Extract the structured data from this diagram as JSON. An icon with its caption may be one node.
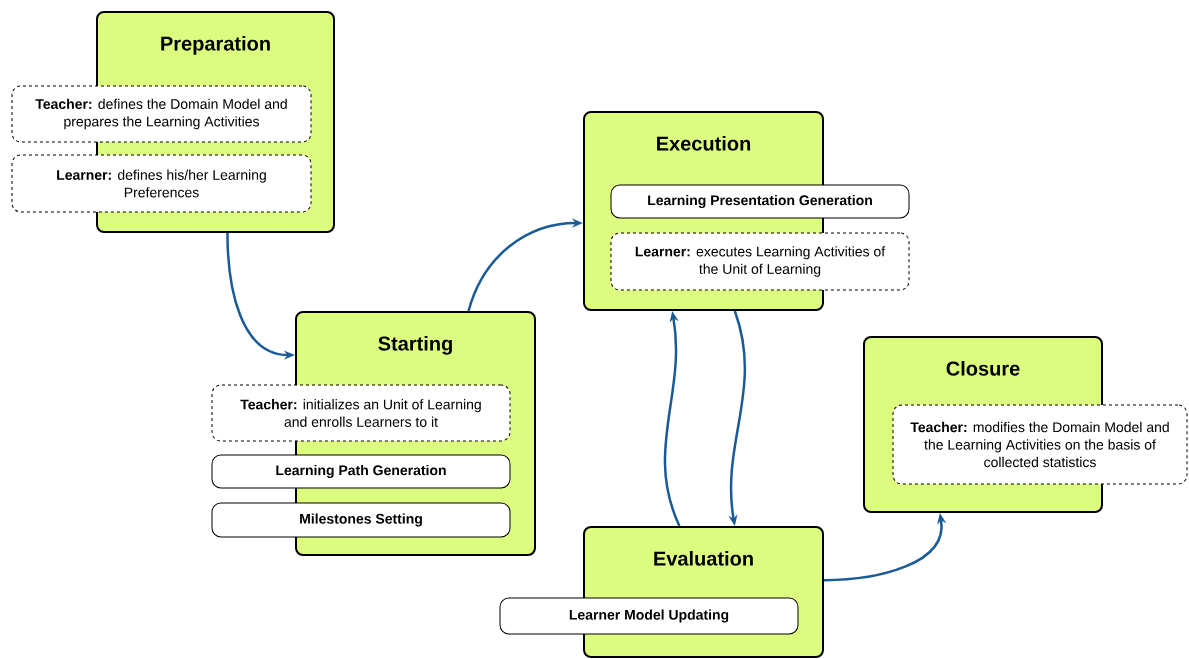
{
  "diagram": {
    "nodes": [
      {
        "text": [
          "Preparation"
        ]
      },
      {
        "text": [
          "**Teacher:** defines the Domain Model and prepares the Learning Activities"
        ]
      },
      {
        "text": [
          "**Learner:** defines his/her Learning Preferences"
        ]
      },
      {
        "text": [
          "Starting"
        ]
      },
      {
        "text": [
          "**Teacher:** initializes an Unit of Learning and enrolls Learners to it"
        ]
      },
      {
        "text": [
          "Learning Path Generation"
        ]
      },
      {
        "text": [
          "Milestones Setting"
        ]
      },
      {
        "text": [
          "Execution"
        ]
      },
      {
        "text": [
          "Learning Presentation Generation"
        ]
      },
      {
        "text": [
          "**Learner:** executes Learning Activities of the Unit of Learning"
        ]
      },
      {
        "text": [
          "Closure"
        ]
      },
      {
        "text": [
          "**Teacher:** modifies the Domain Model and the Learning Activities on the basis of collected statistics"
        ]
      },
      {
        "text": [
          "Evaluation"
        ]
      },
      {
        "text": [
          "Learner Model Updating"
        ]
      }
    ],
    "edges": [
      {
        "from": 0,
        "to": 3,
        "arrow": "to"
      },
      {
        "from": 3,
        "to": 7,
        "arrow": "to"
      },
      {
        "from": 12,
        "to": 7,
        "arrow": "to"
      },
      {
        "from": 7,
        "to": 12,
        "arrow": "to"
      },
      {
        "from": 12,
        "to": 10,
        "arrow": "to"
      }
    ]
  }
}
